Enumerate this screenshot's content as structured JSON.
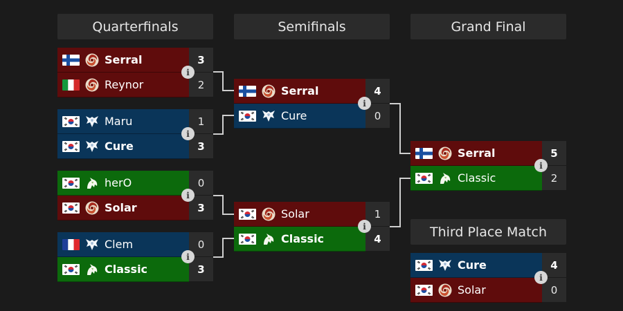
{
  "headers": {
    "quarterfinals": "Quarterfinals",
    "semifinals": "Semifinals",
    "grand_final": "Grand Final",
    "third_place": "Third Place Match"
  },
  "info_glyph": "i",
  "colors": {
    "zerg": "#5f0c0c",
    "terran": "#0a3559",
    "protoss": "#0c6a0c",
    "score_bg": "#2b2b2b",
    "background": "#1b1b1b"
  },
  "matches": {
    "qf1": {
      "top": {
        "flag": "finland-flag-icon",
        "race": "zerg-icon",
        "name": "Serral",
        "score": "3",
        "winner": true
      },
      "bottom": {
        "flag": "italy-flag-icon",
        "race": "zerg-icon",
        "name": "Reynor",
        "score": "2",
        "winner": false
      }
    },
    "qf2": {
      "top": {
        "flag": "south-korea-flag-icon",
        "race": "terran-icon",
        "name": "Maru",
        "score": "1",
        "winner": false
      },
      "bottom": {
        "flag": "south-korea-flag-icon",
        "race": "terran-icon",
        "name": "Cure",
        "score": "3",
        "winner": true
      }
    },
    "qf3": {
      "top": {
        "flag": "south-korea-flag-icon",
        "race": "protoss-icon",
        "name": "herO",
        "score": "0",
        "winner": false
      },
      "bottom": {
        "flag": "south-korea-flag-icon",
        "race": "zerg-icon",
        "name": "Solar",
        "score": "3",
        "winner": true
      }
    },
    "qf4": {
      "top": {
        "flag": "france-flag-icon",
        "race": "terran-icon",
        "name": "Clem",
        "score": "0",
        "winner": false
      },
      "bottom": {
        "flag": "south-korea-flag-icon",
        "race": "protoss-icon",
        "name": "Classic",
        "score": "3",
        "winner": true
      }
    },
    "sf1": {
      "top": {
        "flag": "finland-flag-icon",
        "race": "zerg-icon",
        "name": "Serral",
        "score": "4",
        "winner": true
      },
      "bottom": {
        "flag": "south-korea-flag-icon",
        "race": "terran-icon",
        "name": "Cure",
        "score": "0",
        "winner": false
      }
    },
    "sf2": {
      "top": {
        "flag": "south-korea-flag-icon",
        "race": "zerg-icon",
        "name": "Solar",
        "score": "1",
        "winner": false
      },
      "bottom": {
        "flag": "south-korea-flag-icon",
        "race": "protoss-icon",
        "name": "Classic",
        "score": "4",
        "winner": true
      }
    },
    "gf": {
      "top": {
        "flag": "finland-flag-icon",
        "race": "zerg-icon",
        "name": "Serral",
        "score": "5",
        "winner": true
      },
      "bottom": {
        "flag": "south-korea-flag-icon",
        "race": "protoss-icon",
        "name": "Classic",
        "score": "2",
        "winner": false
      }
    },
    "tp": {
      "top": {
        "flag": "south-korea-flag-icon",
        "race": "terran-icon",
        "name": "Cure",
        "score": "4",
        "winner": true
      },
      "bottom": {
        "flag": "south-korea-flag-icon",
        "race": "zerg-icon",
        "name": "Solar",
        "score": "0",
        "winner": false
      }
    }
  }
}
